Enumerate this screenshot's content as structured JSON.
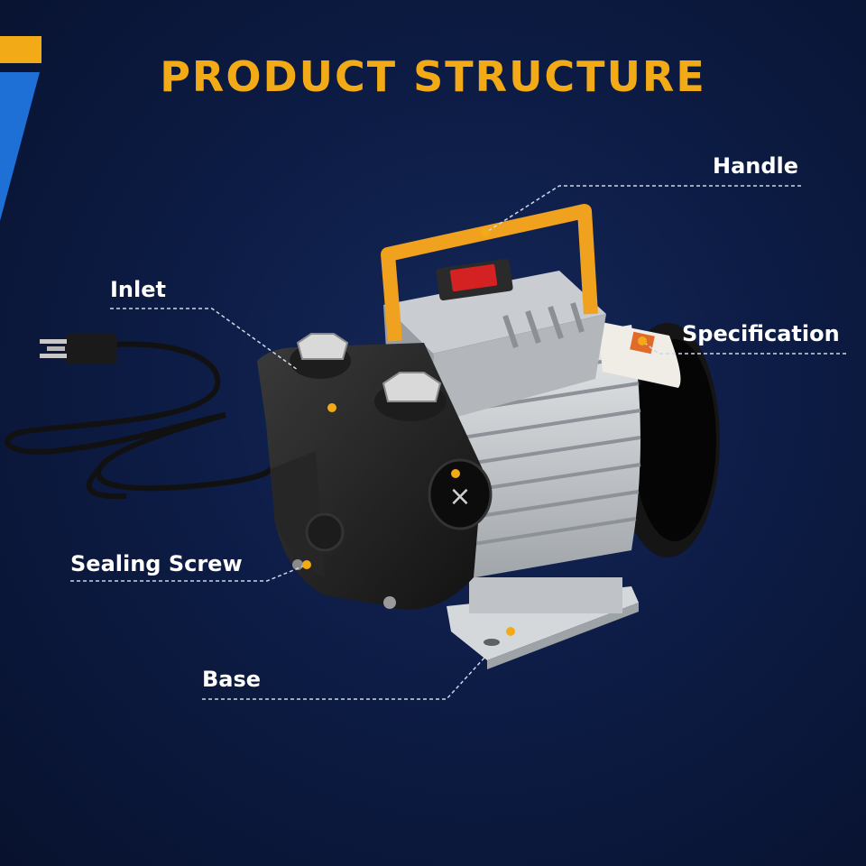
{
  "title": "PRODUCT STRUCTURE",
  "colors": {
    "accent": "#f2ab17",
    "background": "#0d1c45",
    "leader_line": "#cfd6e6"
  },
  "labels": {
    "handle": "Handle",
    "inlet": "Inlet",
    "specification": "Specification",
    "sealing_screw": "Sealing Screw",
    "base": "Base"
  }
}
